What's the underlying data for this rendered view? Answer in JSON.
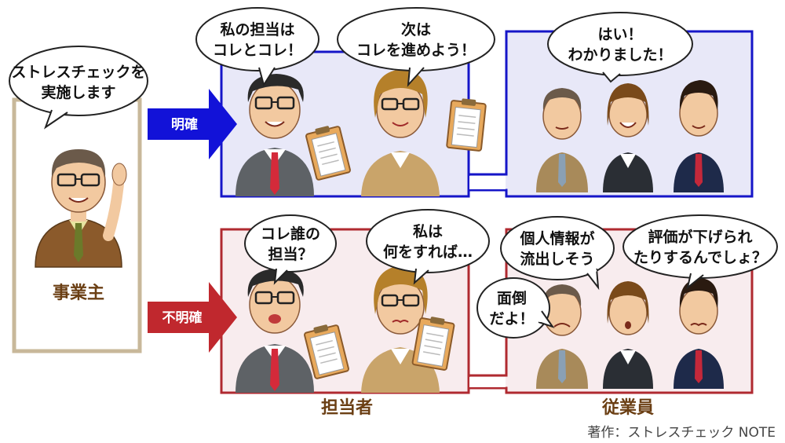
{
  "employer": {
    "speech": [
      "ストレスチェックを",
      "実施します"
    ],
    "label": "事業主"
  },
  "clear": {
    "arrow_label": "明確",
    "manager_speech": [
      "私の担当は",
      "コレとコレ！"
    ],
    "staff_speech": [
      "次は",
      "コレを進めよう！"
    ],
    "employees_speech": [
      "はい！",
      "わかりました！"
    ]
  },
  "unclear": {
    "arrow_label": "不明確",
    "manager_speech": [
      "コレ誰の",
      "担当？"
    ],
    "staff_speech": [
      "私は",
      "何をすれば…"
    ],
    "employee1_speech": [
      "面倒",
      "だよ！"
    ],
    "employee2_speech": [
      "個人情報が",
      "流出しそう"
    ],
    "employee3_speech": [
      "評価が下げられ",
      "たりするんでしょ？"
    ]
  },
  "labels": {
    "person_in_charge": "担当者",
    "employees": "従業員"
  },
  "credit": "著作：ストレスチェック NOTE",
  "colors": {
    "clear_border": "#1515c8",
    "clear_fill": "#e8e8f8",
    "clear_arrow": "#1212d8",
    "unclear_border": "#b02a30",
    "unclear_fill": "#f8ecee",
    "unclear_arrow": "#c0282e",
    "employer_border": "#c8b89a",
    "label_color": "#6b3f14"
  }
}
